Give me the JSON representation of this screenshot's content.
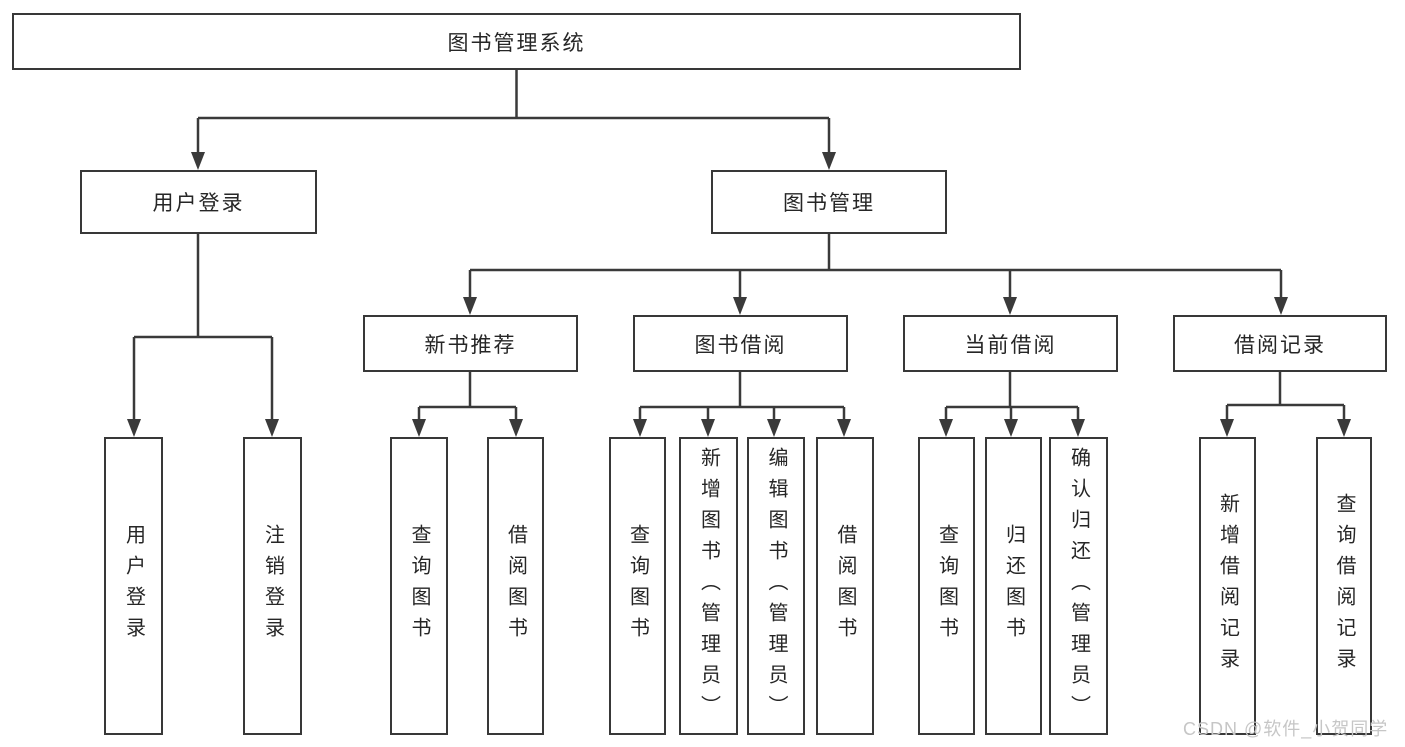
{
  "diagram": {
    "title": "图书管理系统",
    "nodes": {
      "root": {
        "label": "图书管理系统"
      },
      "user_login": {
        "label": "用户登录"
      },
      "book_mgmt": {
        "label": "图书管理"
      },
      "new_book_rec": {
        "label": "新书推荐"
      },
      "book_borrow": {
        "label": "图书借阅"
      },
      "current_borrow": {
        "label": "当前借阅"
      },
      "borrow_records": {
        "label": "借阅记录"
      },
      "user_login_v": {
        "label": "用户登录"
      },
      "logout_v": {
        "label": "注销登录"
      },
      "query_books_1": {
        "label": "查询图书"
      },
      "borrow_books_1": {
        "label": "借阅图书"
      },
      "query_books_2": {
        "label": "查询图书"
      },
      "add_books": {
        "label": "新增图书（管理员）"
      },
      "edit_books": {
        "label": "编辑图书（管理员）"
      },
      "borrow_books_2": {
        "label": "借阅图书"
      },
      "query_books_3": {
        "label": "查询图书"
      },
      "return_books": {
        "label": "归还图书"
      },
      "confirm_return": {
        "label": "确认归还（管理员）"
      },
      "add_borrow_record": {
        "label": "新增借阅记录"
      },
      "query_borrow_record": {
        "label": "查询借阅记录"
      }
    },
    "structure": {
      "图书管理系统": [
        "用户登录",
        "图书管理"
      ],
      "用户登录": [
        "用户登录",
        "注销登录"
      ],
      "图书管理": [
        "新书推荐",
        "图书借阅",
        "当前借阅",
        "借阅记录"
      ],
      "新书推荐": [
        "查询图书",
        "借阅图书"
      ],
      "图书借阅": [
        "查询图书",
        "新增图书（管理员）",
        "编辑图书（管理员）",
        "借阅图书"
      ],
      "当前借阅": [
        "查询图书",
        "归还图书",
        "确认归还（管理员）"
      ],
      "借阅记录": [
        "新增借阅记录",
        "查询借阅记录"
      ]
    },
    "colors": {
      "line": "#3a3a3a",
      "border": "#383838",
      "text": "#262626",
      "background": "#ffffff",
      "watermark": "#c6c6c6"
    },
    "watermark": "CSDN @软件_小贺同学"
  }
}
